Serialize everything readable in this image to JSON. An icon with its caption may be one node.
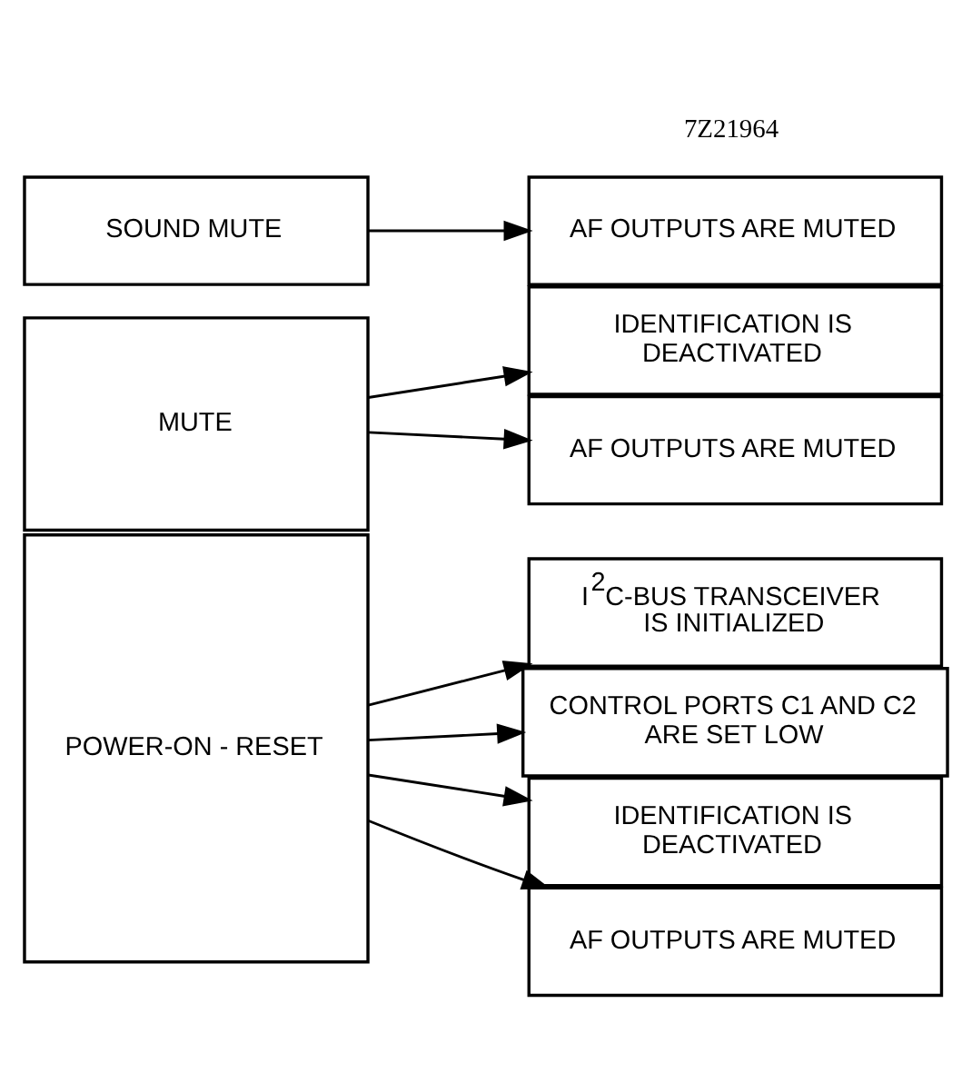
{
  "diagram": {
    "nodes": [
      {
        "text": [
          "POWER-ON - RESET"
        ]
      },
      {
        "text": [
          "I$^{2}$C-BUS TRANSCEIVER IS INITIALIZED"
        ]
      },
      {
        "text": [
          "CONTROL PORTS C1 AND C2 ARE SET LOW"
        ]
      },
      {
        "text": [
          "IDENTIFICATION IS DEACTIVATED"
        ]
      },
      {
        "text": [
          "AF OUTPUTS ARE MUTED"
        ]
      },
      {
        "text": [
          "MUTE"
        ]
      },
      {
        "text": [
          "IDENTIFICATION IS DEACTIVATED"
        ]
      },
      {
        "text": [
          "AF OUTPUTS ARE MUTED"
        ]
      },
      {
        "text": [
          "SOUND MUTE"
        ]
      },
      {
        "text": [
          "AF OUTPUTS ARE MUTED"
        ]
      }
    ],
    "edges": [
      {
        "from": 0,
        "to": 1,
        "arrow": "to"
      },
      {
        "from": 0,
        "to": 2,
        "arrow": "to"
      },
      {
        "from": 0,
        "to": 3,
        "arrow": "to"
      },
      {
        "from": 0,
        "to": 4,
        "arrow": "to"
      },
      {
        "from": 5,
        "to": 6,
        "arrow": "to"
      },
      {
        "from": 5,
        "to": 7,
        "arrow": "to"
      },
      {
        "from": 8,
        "to": 9,
        "arrow": "to"
      }
    ],
    "labels": [
      "7Z21964"
    ]
  }
}
